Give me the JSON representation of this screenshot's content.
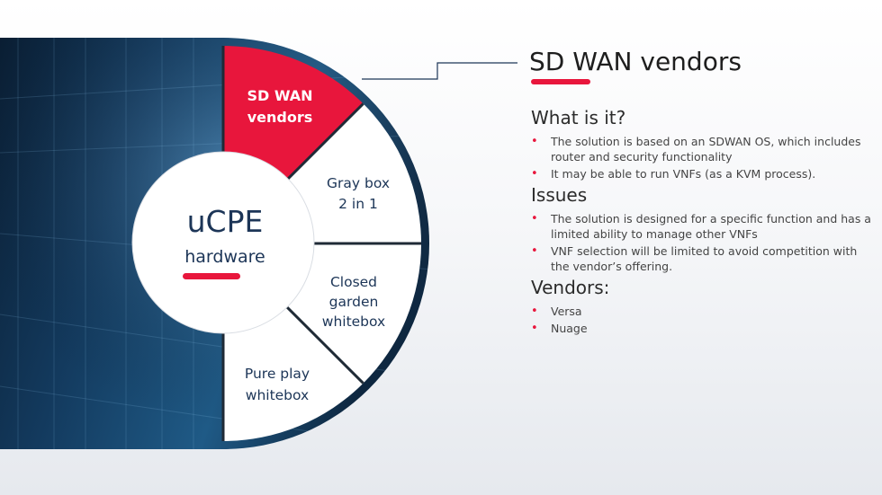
{
  "headline": "SD WAN vendors",
  "diagram": {
    "center": {
      "title": "uCPE",
      "subtitle": "hardware"
    },
    "segments": [
      {
        "lines": [
          "SD WAN",
          "vendors"
        ],
        "highlighted": true
      },
      {
        "lines": [
          "Gray box",
          "2 in 1"
        ],
        "highlighted": false
      },
      {
        "lines": [
          "Closed",
          "garden",
          "whitebox"
        ],
        "highlighted": false
      },
      {
        "lines": [
          "Pure play",
          "whitebox"
        ],
        "highlighted": false
      }
    ]
  },
  "sections": [
    {
      "title": "What is it?",
      "bullets": [
        "The solution is based on an SDWAN OS, which includes router and security functionality",
        "It may be able to run VNFs (as a KVM process)."
      ]
    },
    {
      "title": "Issues",
      "bullets": [
        "The solution is designed for a specific function and has a limited ability to manage other VNFs",
        "VNF selection will be limited to avoid competition with the vendor’s offering."
      ]
    },
    {
      "title": "Vendors:",
      "bullets": [
        "Versa",
        "Nuage"
      ]
    }
  ],
  "colors": {
    "accent": "#e8163c",
    "navy": "#1c3557",
    "dark_blue": "#0b2238"
  }
}
